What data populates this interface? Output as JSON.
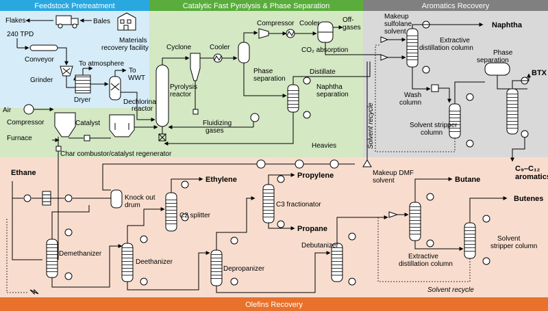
{
  "colors": {
    "feedstock_bg": "#d6ecf8",
    "feedstock_header": "#29a8e0",
    "pyrolysis_bg": "#d3e8c3",
    "pyrolysis_header": "#5aac3c",
    "aromatics_bg": "#d9d9d9",
    "aromatics_header": "#808080",
    "olefins_bg": "#f8ddce",
    "olefins_header": "#e8712b"
  },
  "sections": {
    "feedstock": "Feedstock Pretreatment",
    "pyrolysis": "Catalytic Fast Pyrolysis & Phase Separation",
    "aromatics": "Aromatics Recovery",
    "olefins": "Olefins Recovery"
  },
  "labels": {
    "flakes": "Flakes",
    "tpd": "240 TPD",
    "bales": "Bales",
    "mrf": [
      "Materials",
      "recovery facility"
    ],
    "conveyor": "Conveyor",
    "grinder": "Grinder",
    "to_atmosphere": "To atmosphere",
    "to_wwt": [
      "To",
      "WWT"
    ],
    "dryer": "Dryer",
    "dechlorination": [
      "Dechlorination",
      "reactor"
    ],
    "air": "Air",
    "compressor": "Compressor",
    "catalyst": "Catalyst",
    "furnace": "Furnace",
    "char_combustor": "Char combustor/catalyst regenerator",
    "pyrolysis_reactor": [
      "Pyrolysis",
      "reactor"
    ],
    "cyclone": "Cyclone",
    "cooler1": "Cooler",
    "phase_separation": [
      "Phase",
      "separation"
    ],
    "compressor2": "Compressor",
    "cooler2": "Cooler",
    "co2_absorption": "CO₂ absorption",
    "offgases": [
      "Off-",
      "gases"
    ],
    "distillate": "Distillate",
    "naphtha_separation": [
      "Naphtha",
      "separation"
    ],
    "fluidizing": [
      "Fluidizing",
      "gases"
    ],
    "heavies": "Heavies",
    "makeup_sulfolane": [
      "Makeup",
      "sulfolane",
      "solvent"
    ],
    "naphtha": "Naphtha",
    "extractive_col": [
      "Extractive",
      "distillation column"
    ],
    "phase_sep_arom": [
      "Phase",
      "separation"
    ],
    "wash_column": [
      "Wash",
      "column"
    ],
    "btx": "BTX",
    "solvent_recycle_v": "Solvent recycle",
    "solvent_stripper": [
      "Solvent stripper",
      "column"
    ],
    "c9c12": "C₉–C₁₂",
    "aromatics_word": "aromatics",
    "ethane": "Ethane",
    "knockout": [
      "Knock out",
      "drum"
    ],
    "ethylene": "Ethylene",
    "c2_splitter": "C2 splitter",
    "propylene": "Propylene",
    "c3_fractionator": "C3 fractionator",
    "propane": "Propane",
    "makeup_dmf": [
      "Makeup DMF",
      "solvent"
    ],
    "butane": "Butane",
    "butenes": "Butenes",
    "demethanizer": "Demethanizer",
    "deethanizer": "Deethanizer",
    "depropanizer": "Depropanizer",
    "debutanizer": "Debutanizer",
    "extractive_olef": [
      "Extractive",
      "distillation column"
    ],
    "solvent_stripper_olef": [
      "Solvent",
      "stripper column"
    ],
    "solvent_recycle_h": "Solvent recycle"
  }
}
